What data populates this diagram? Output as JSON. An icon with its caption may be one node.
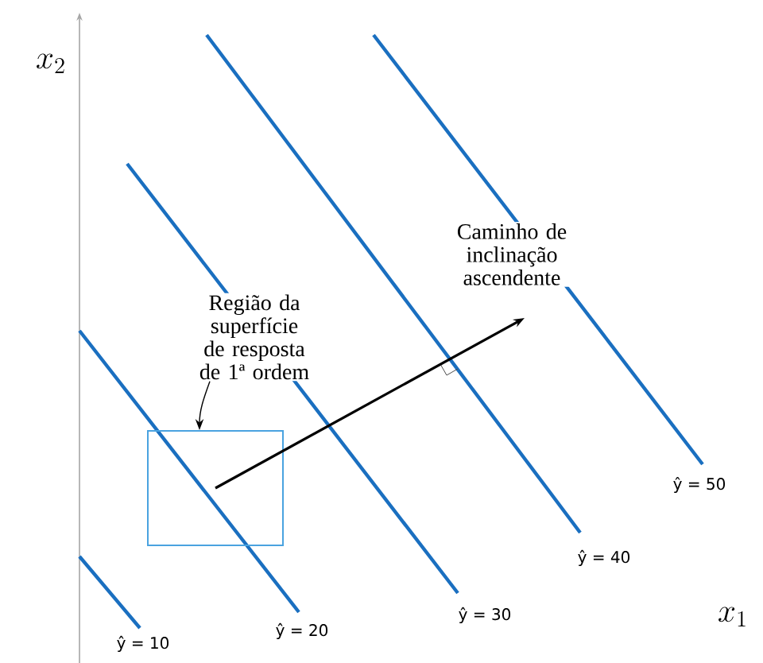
{
  "diagram": {
    "nodes": [
      {
        "text": [],
        "shape": "box"
      },
      {
        "text": [
          "Região da superfície de resposta de 1ª ordem"
        ]
      }
    ],
    "edges": [
      {
        "from": 1,
        "to": 0,
        "arrow": "to"
      },
      {
        "from": 0,
        "to": null,
        "arrow": "to",
        "label": "Caminho de inclinação ascendente"
      }
    ],
    "labels": [
      "x_{2}",
      "ŷ = 50",
      "ŷ = 40",
      "x_{1}",
      "ŷ = 10",
      "ŷ = 20",
      "ŷ = 30"
    ]
  }
}
